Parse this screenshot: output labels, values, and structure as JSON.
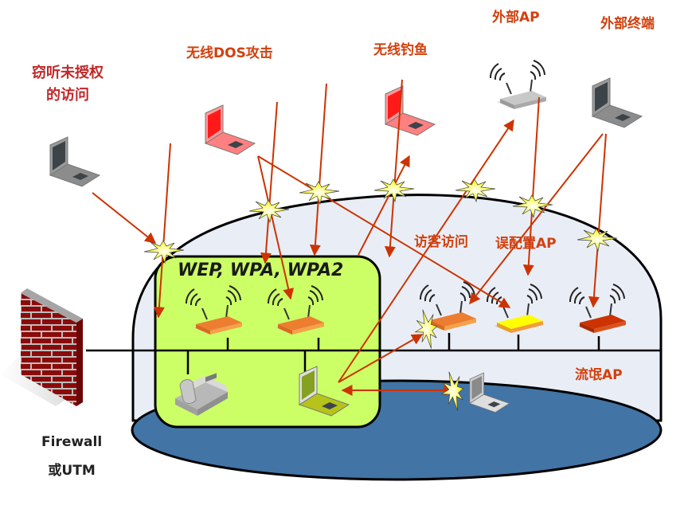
{
  "title": "无线网络安全威胁示意图",
  "labels": {
    "eavesdrop_line1": "窃听未授权",
    "eavesdrop_line2": "的访问",
    "wireless_dos": "无线DOS攻击",
    "wireless_phishing": "无线钓鱼",
    "external_ap": "外部AP",
    "external_terminal": "外部终端",
    "guest_access": "访客访问",
    "misconfigured_ap": "误配置AP",
    "rogue_ap": "流氓AP",
    "encryption": "WEP, WPA, WPA2",
    "firewall_line1": "Firewall",
    "firewall_line2": "或UTM"
  },
  "colors": {
    "attack_arrow": "#cc3300",
    "label_red": "#c0282a",
    "label_orange": "#d2400e",
    "dome_fill": "#e9eef6",
    "floor_fill": "#4274a5",
    "secure_zone_fill": "#ccff66",
    "ap_orange": "#ed7d31",
    "ap_yellow": "#ffff00",
    "ap_red": "#cc3300",
    "ap_gray": "#c8c8c8",
    "laptop_red": "#ff8080",
    "laptop_gray": "#8c8c8c",
    "laptop_green": "#b5c31a",
    "brick": "#8b0000"
  },
  "devices": [
    {
      "name": "eavesdrop-laptop",
      "icon": "laptop-icon",
      "variant": "gray"
    },
    {
      "name": "dos-laptop",
      "icon": "laptop-icon",
      "variant": "red"
    },
    {
      "name": "phishing-laptop",
      "icon": "laptop-icon",
      "variant": "red"
    },
    {
      "name": "external-ap",
      "icon": "wireless-router-icon",
      "variant": "gray"
    },
    {
      "name": "external-terminal-laptop",
      "icon": "laptop-icon",
      "variant": "gray"
    },
    {
      "name": "secure-ap-1",
      "icon": "wireless-router-icon",
      "variant": "orange"
    },
    {
      "name": "secure-ap-2",
      "icon": "wireless-router-icon",
      "variant": "orange"
    },
    {
      "name": "guest-ap",
      "icon": "wireless-router-icon",
      "variant": "orange"
    },
    {
      "name": "misconfigured-ap",
      "icon": "wireless-router-icon",
      "variant": "yellow"
    },
    {
      "name": "rogue-ap",
      "icon": "wireless-router-icon",
      "variant": "red"
    },
    {
      "name": "ip-phone",
      "icon": "telephone-icon",
      "variant": "gray"
    },
    {
      "name": "internal-laptop",
      "icon": "laptop-icon",
      "variant": "green"
    },
    {
      "name": "client-laptop",
      "icon": "laptop-icon",
      "variant": "silver"
    },
    {
      "name": "firewall",
      "icon": "brick-wall-icon",
      "variant": "red"
    }
  ]
}
